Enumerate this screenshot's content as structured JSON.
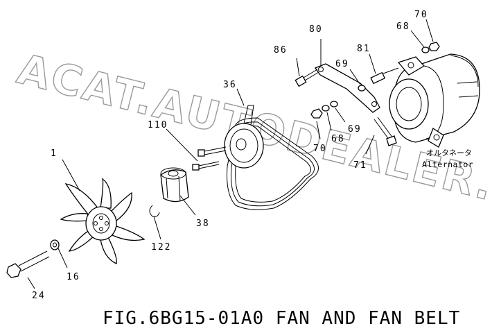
{
  "watermark": "ACAT.AUTODEALER.RU",
  "caption": "FIG.6BG15-01A0  FAN AND FAN BELT",
  "alternator_label": {
    "japanese": "オルタネータ",
    "english": "Alternator"
  },
  "callouts": {
    "c1": "1",
    "c16": "16",
    "c24": "24",
    "c36": "36",
    "c38": "38",
    "c68a": "68",
    "c68b": "68",
    "c69a": "69",
    "c69b": "69",
    "c70a": "70",
    "c70b": "70",
    "c71": "71",
    "c80": "80",
    "c81": "81",
    "c86": "86",
    "c110": "110",
    "c122": "122"
  },
  "colors": {
    "line": "#000000",
    "watermark": "#9a9a9a",
    "background": "#ffffff"
  }
}
